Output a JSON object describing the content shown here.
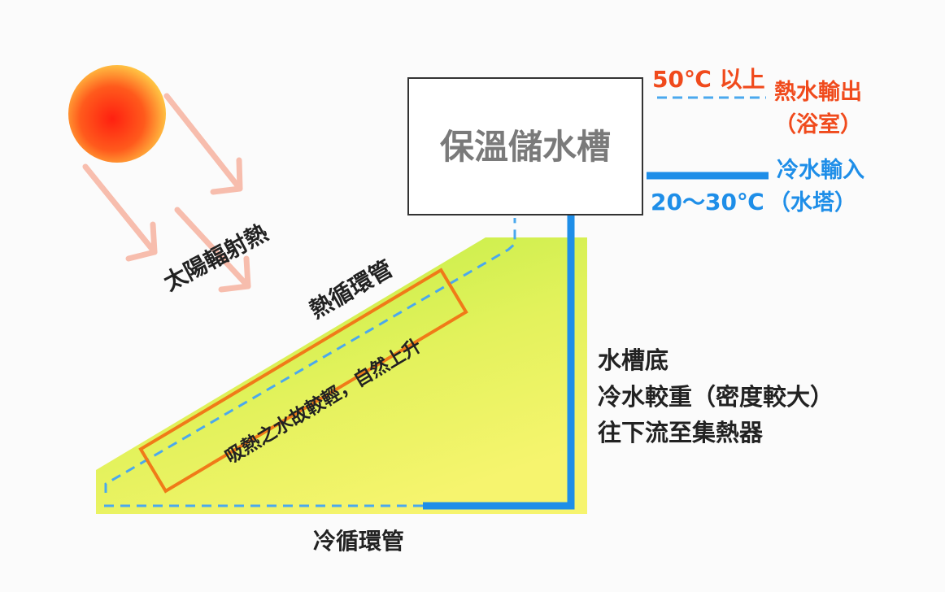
{
  "tank": {
    "label": "保溫儲水槽"
  },
  "labels": {
    "solar_heat": "太陽輻射熱",
    "hot_loop": "熱循環管",
    "cold_loop": "冷循環管",
    "absorb": "吸熱之水故較輕，自然上升",
    "hot_temp": "50℃ 以上",
    "hot_out_line1": "熱水輸出",
    "hot_out_line2": "（浴室）",
    "cold_in_line1": "冷水輸入",
    "cold_temp": "20～30℃",
    "cold_in_line2": "（水塔）",
    "note_line1": "水槽底",
    "note_line2": "冷水較重（密度較大）",
    "note_line3": "往下流至集熱器"
  },
  "colors": {
    "hot": "#f04a1c",
    "cold": "#1e8ee8",
    "panel_top": "#c9f04a",
    "panel_bottom": "#f3f56a",
    "tank_text": "#7a7a7a",
    "text": "#222222",
    "absorber_border": "#f07a18",
    "sun_core": "#ff2a10",
    "sun_edge": "#ffd24a",
    "ray": "#f7b8a6"
  }
}
